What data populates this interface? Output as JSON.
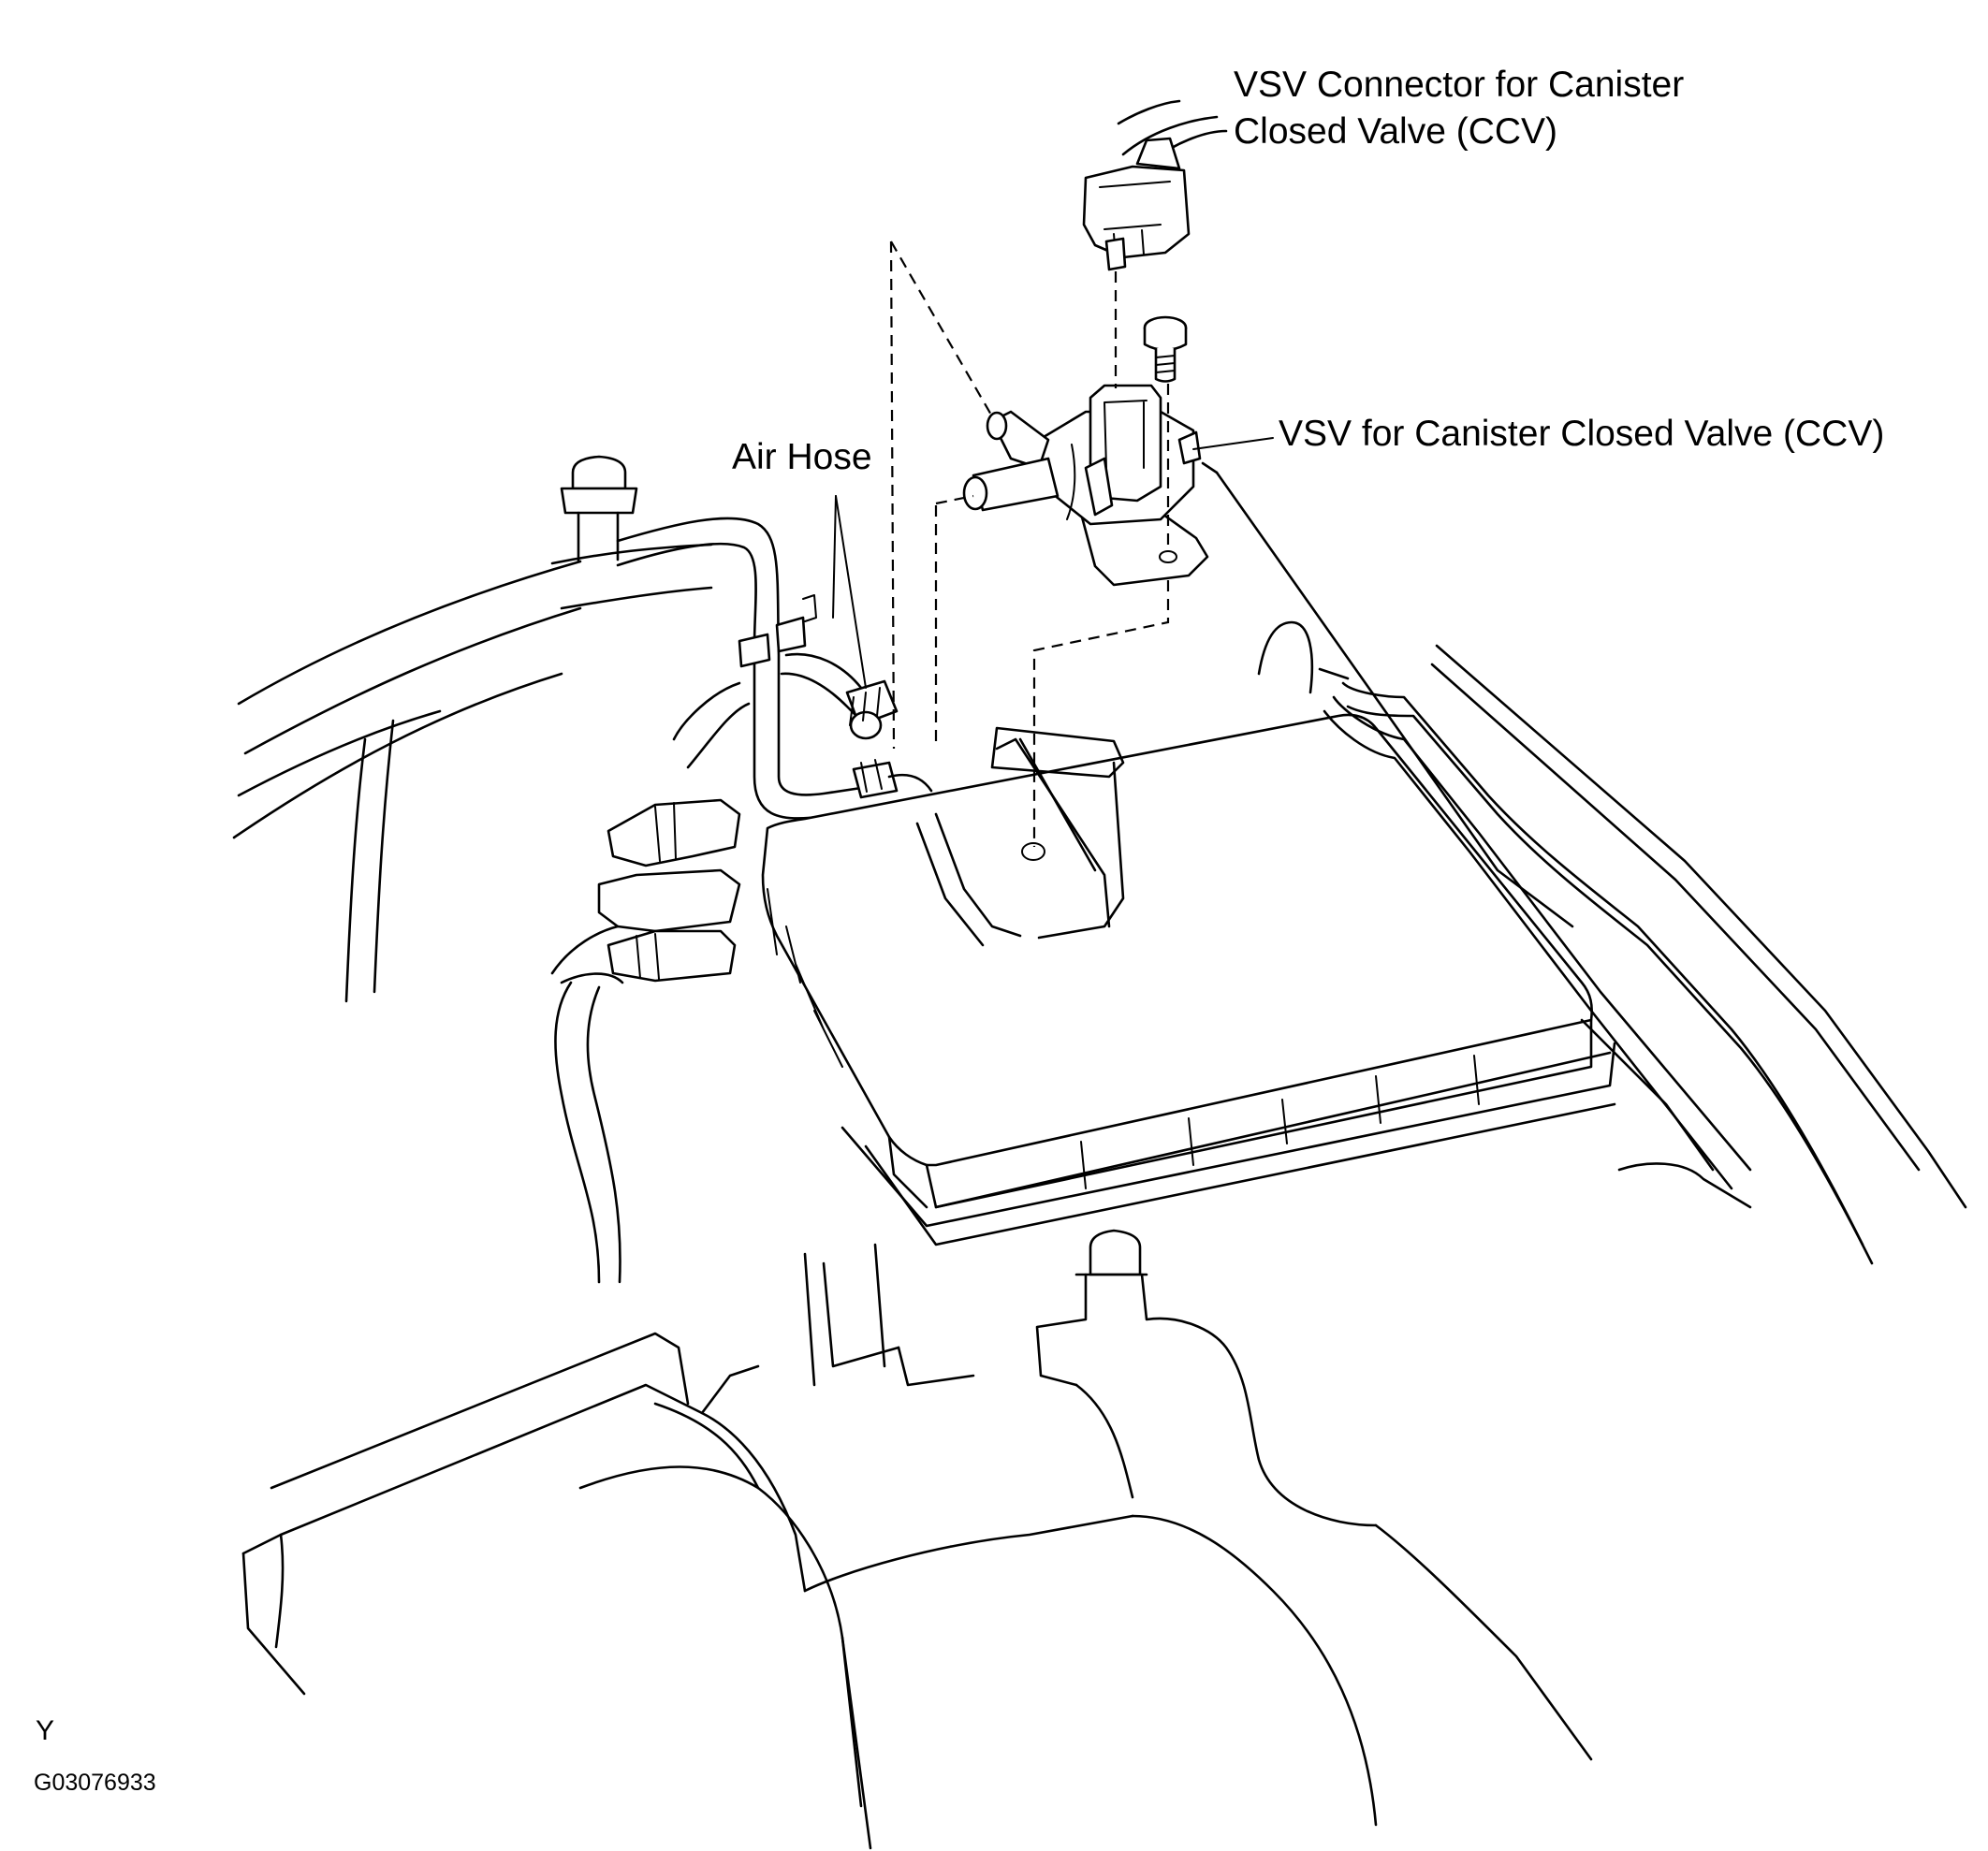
{
  "labels": {
    "vsv_connector_line1": "VSV Connector for Canister",
    "vsv_connector_line2": "Closed Valve (CCV)",
    "vsv_ccv": "VSV for Canister Closed Valve (CCV)",
    "air_hose": "Air Hose"
  },
  "footer": {
    "view_letter": "Y",
    "figure_code": "G03076933"
  }
}
